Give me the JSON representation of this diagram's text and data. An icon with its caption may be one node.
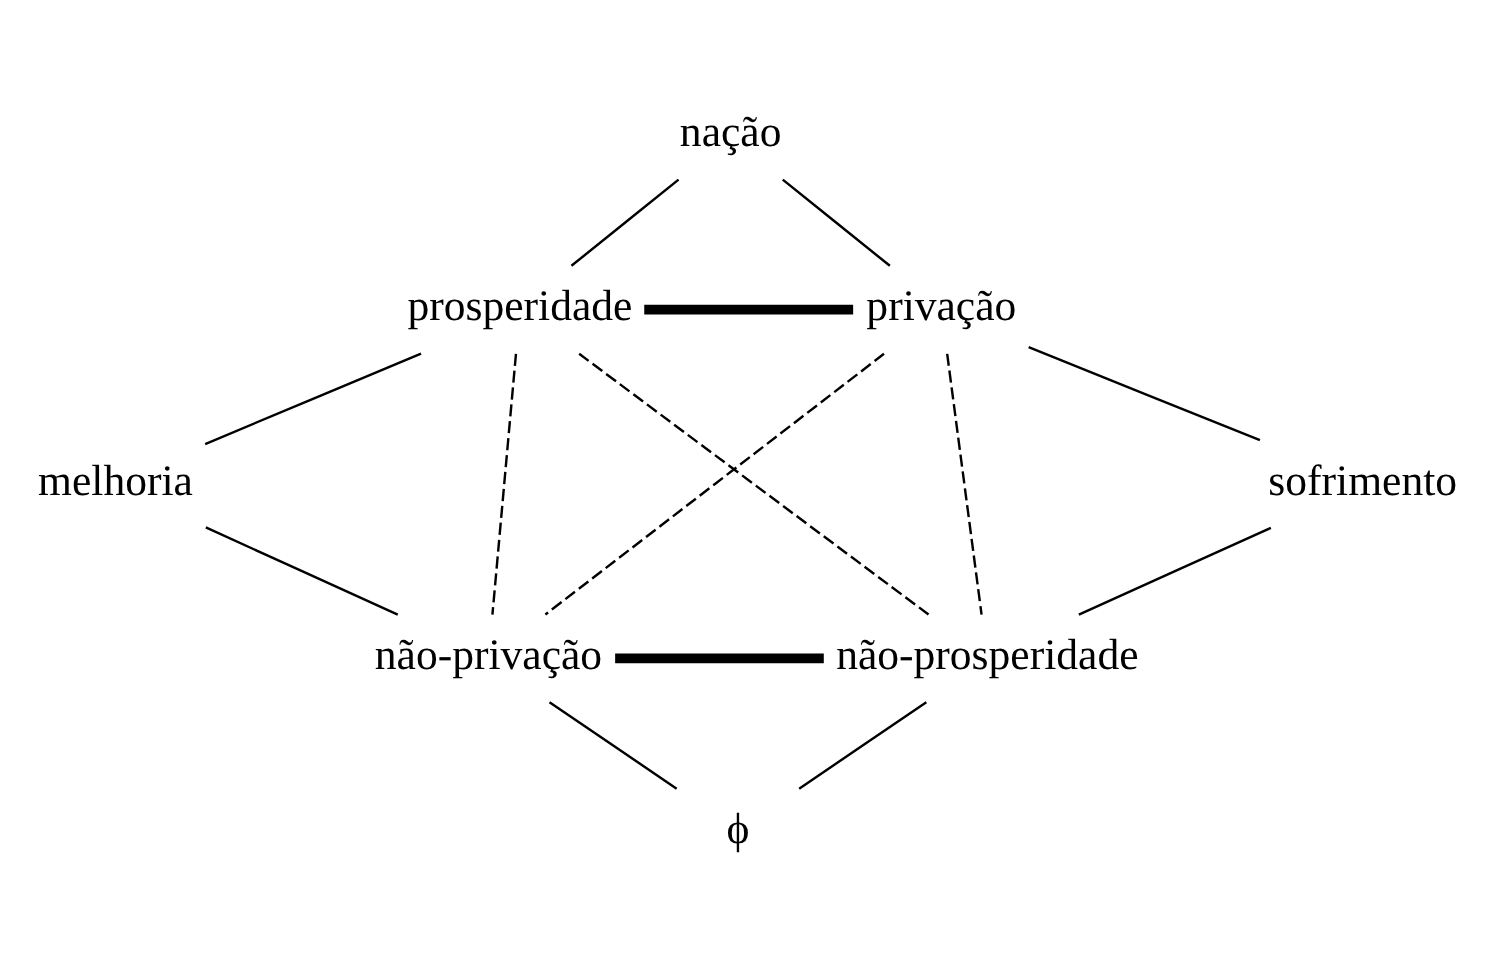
{
  "diagram": {
    "nodes": [
      {
        "text": [
          "nação"
        ]
      },
      {
        "text": [
          "prosperidade"
        ]
      },
      {
        "text": [
          "privação"
        ]
      },
      {
        "text": [
          "melhoria"
        ]
      },
      {
        "text": [
          "sofrimento"
        ]
      },
      {
        "text": [
          "não-privação"
        ]
      },
      {
        "text": [
          "não-prosperidade"
        ]
      },
      {
        "text": [
          "ϕ"
        ]
      }
    ],
    "edges": [
      {
        "from": 0,
        "to": 1,
        "arrow": "none"
      },
      {
        "from": 0,
        "to": 2,
        "arrow": "none"
      },
      {
        "from": 1,
        "to": 2,
        "arrow": "none",
        "style": "thick"
      },
      {
        "from": 1,
        "to": 3,
        "arrow": "none"
      },
      {
        "from": 2,
        "to": 4,
        "arrow": "none"
      },
      {
        "from": 1,
        "to": 5,
        "arrow": "none",
        "style": "dashed"
      },
      {
        "from": 2,
        "to": 6,
        "arrow": "none",
        "style": "dashed"
      },
      {
        "from": 1,
        "to": 6,
        "arrow": "none",
        "style": "dashed"
      },
      {
        "from": 2,
        "to": 5,
        "arrow": "none",
        "style": "dashed"
      },
      {
        "from": 3,
        "to": 5,
        "arrow": "none"
      },
      {
        "from": 4,
        "to": 6,
        "arrow": "none"
      },
      {
        "from": 5,
        "to": 6,
        "arrow": "none",
        "style": "thick"
      },
      {
        "from": 5,
        "to": 7,
        "arrow": "none"
      },
      {
        "from": 6,
        "to": 7,
        "arrow": "none"
      }
    ]
  }
}
